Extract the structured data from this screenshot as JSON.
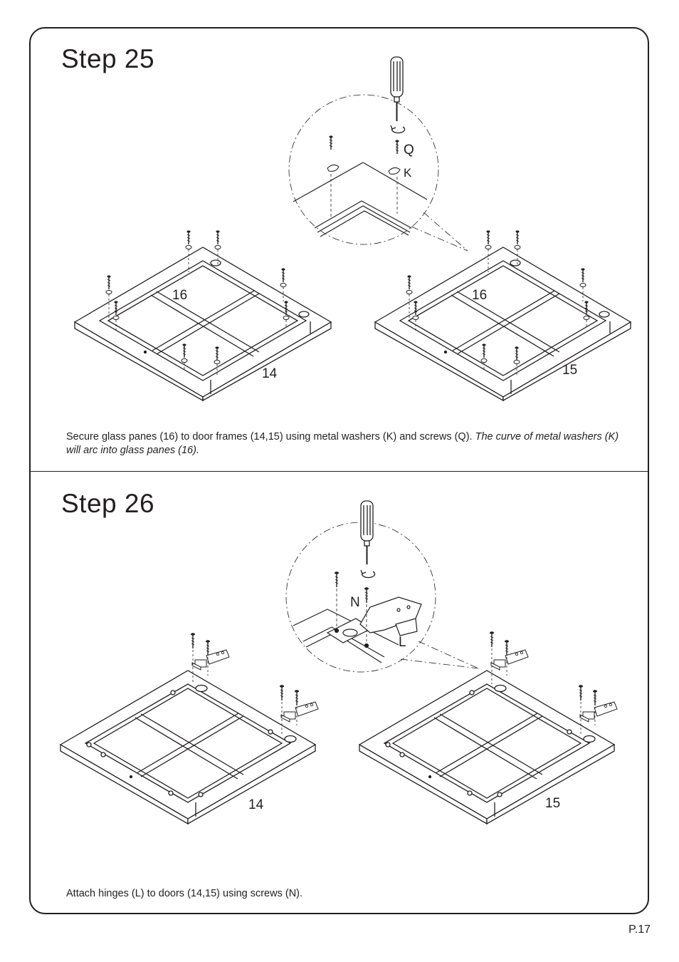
{
  "page_number": "P.17",
  "step25": {
    "title": "Step  25",
    "labels": {
      "panel_left": "14",
      "panel_right": "15",
      "glass_left": "16",
      "glass_right": "16",
      "screw": "Q",
      "washer": "K"
    },
    "caption_plain": "Secure glass panes (16) to door frames (14,15) using metal washers (K) and screws (Q).",
    "caption_italic": "The curve of metal washers (K) will arc into glass panes (16)."
  },
  "step26": {
    "title": "Step  26",
    "labels": {
      "panel_left": "14",
      "panel_right": "15",
      "screw": "N",
      "hinge": "L"
    },
    "caption": "Attach hinges (L) to doors (14,15) using screws (N)."
  }
}
